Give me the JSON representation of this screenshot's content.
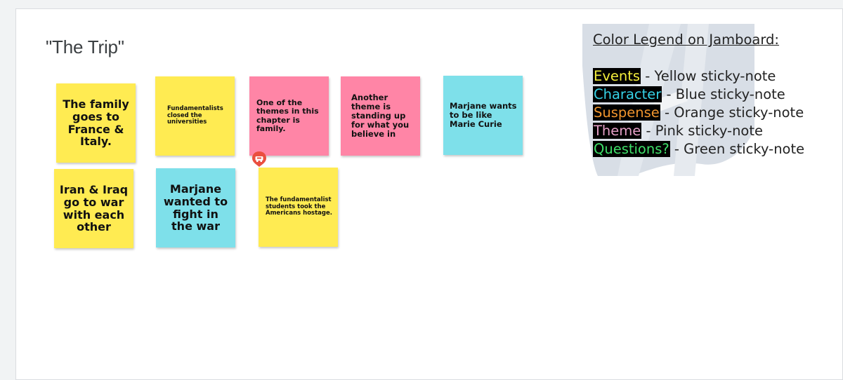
{
  "board": {
    "title": "\"The Trip\""
  },
  "notes": [
    {
      "id": "note-1",
      "color": "#ffeb52",
      "lines": [
        "The family",
        "goes to",
        "France &",
        "Italy."
      ]
    },
    {
      "id": "note-2",
      "color": "#ffeb52",
      "lines": [
        "Fundamentalists",
        "closed the",
        "universities"
      ]
    },
    {
      "id": "note-3",
      "color": "#ff85a6",
      "lines": [
        "One of the",
        "themes in this",
        "chapter is",
        "family."
      ]
    },
    {
      "id": "note-4",
      "color": "#ff85a6",
      "lines": [
        "Another",
        "theme is",
        "standing up",
        "for what you",
        "believe in"
      ]
    },
    {
      "id": "note-5",
      "color": "#7ee0ea",
      "lines": [
        "Marjane wants",
        "to be like",
        "Marie Curie"
      ]
    },
    {
      "id": "note-6",
      "color": "#ffeb52",
      "lines": [
        "Iran & Iraq",
        "go to war",
        "with each",
        "other"
      ]
    },
    {
      "id": "note-7",
      "color": "#7ee0ea",
      "lines": [
        "Marjane",
        "wanted to",
        "fight in",
        "the war"
      ]
    },
    {
      "id": "note-8",
      "color": "#ffeb52",
      "lines": [
        "The fundamentalist",
        "students took the",
        "Americans hostage."
      ]
    }
  ],
  "legend": {
    "title": "Color Legend on Jamboard:",
    "rows": [
      {
        "tag": "Events",
        "tag_color": "#f5ef3c",
        "rest": " - Yellow sticky-note"
      },
      {
        "tag": "Character",
        "tag_color": "#36d2e6",
        "rest": " - Blue sticky-note"
      },
      {
        "tag": "Suspense",
        "tag_color": "#f0952e",
        "rest": " - Orange sticky-note"
      },
      {
        "tag": "Theme",
        "tag_color": "#e6a0c8",
        "rest": " - Pink sticky-note"
      },
      {
        "tag": "Questions?",
        "tag_color": "#3fe06a",
        "rest": " - Green sticky-note"
      }
    ]
  },
  "icons": {
    "cursor_marker": "collaborator-cursor-icon"
  },
  "colors": {
    "cursor_marker": "#ea4f3f"
  }
}
